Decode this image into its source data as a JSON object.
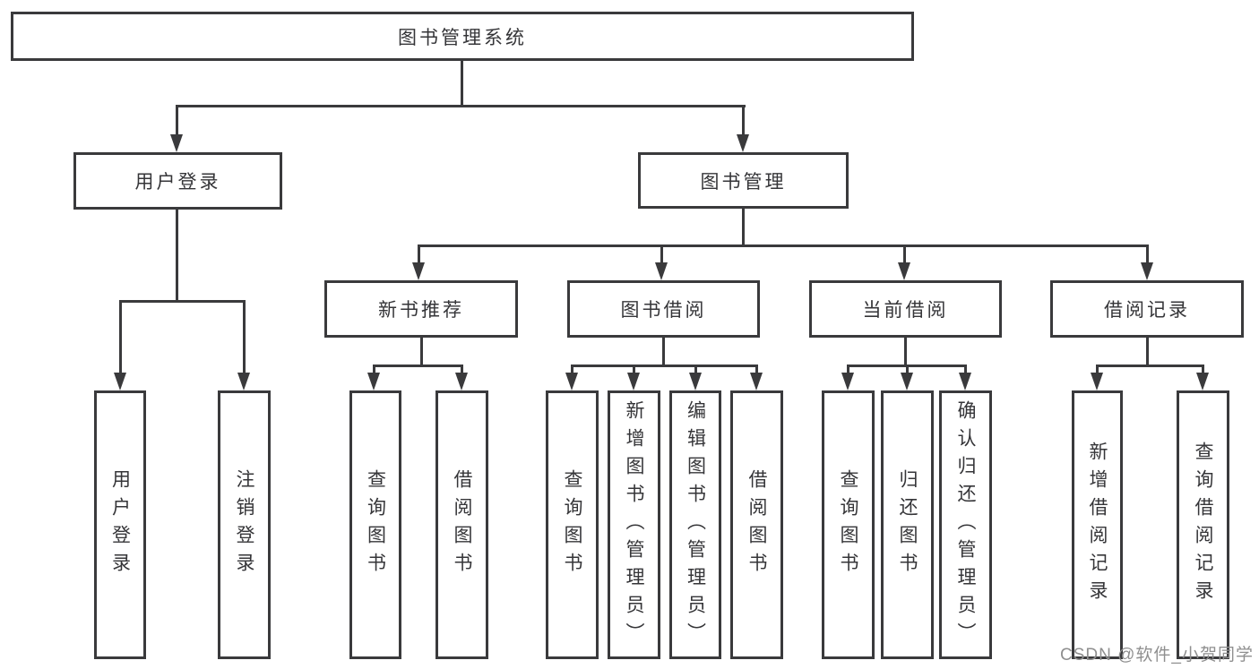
{
  "theme": {
    "background": "#ffffff",
    "line_color": "#3a3a3c",
    "text_color": "#353538",
    "watermark_color": "#8f8f8f"
  },
  "watermark": {
    "text": "CSDN @软件_小贺同学"
  },
  "tree": {
    "root": "图书管理系统",
    "children": [
      {
        "label": "用户登录",
        "children": [
          "用户登录",
          "注销登录"
        ]
      },
      {
        "label": "图书管理",
        "children": [
          {
            "label": "新书推荐",
            "children": [
              "查询图书",
              "借阅图书"
            ]
          },
          {
            "label": "图书借阅",
            "children": [
              "查询图书",
              "新增图书（管理员）",
              "编辑图书（管理员）",
              "借阅图书"
            ]
          },
          {
            "label": "当前借阅",
            "children": [
              "查询图书",
              "归还图书",
              "确认归还（管理员）"
            ]
          },
          {
            "label": "借阅记录",
            "children": [
              "新增借阅记录",
              "查询借阅记录"
            ]
          }
        ]
      }
    ]
  }
}
